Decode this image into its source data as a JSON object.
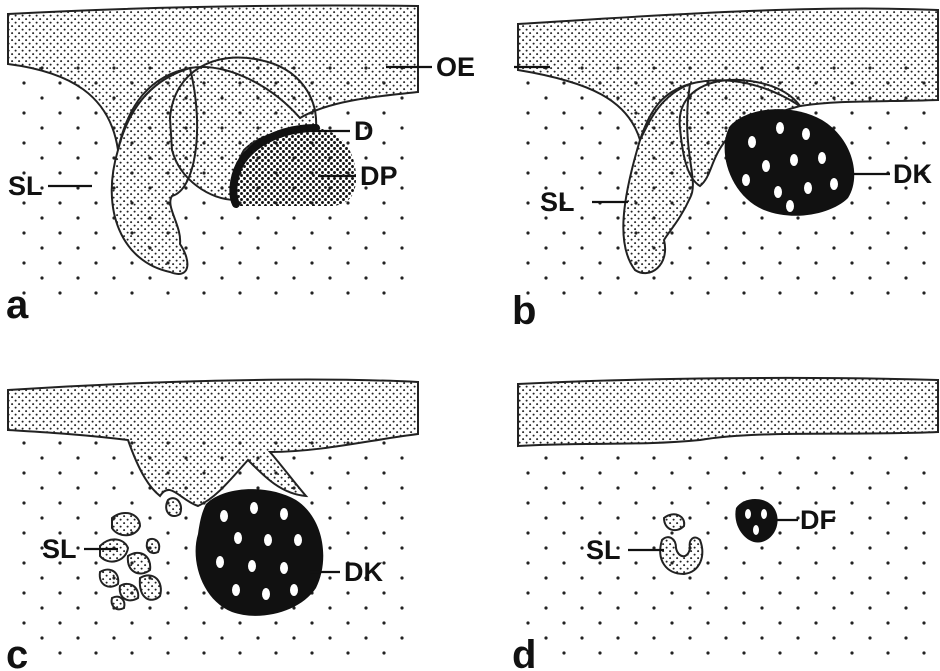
{
  "figure": {
    "panels": [
      {
        "id": "a",
        "letter": "a",
        "labels": {
          "oe": "OE",
          "d": "D",
          "dp": "DP",
          "sl": "SL"
        }
      },
      {
        "id": "b",
        "letter": "b",
        "labels": {
          "dk": "DK",
          "sl": "SL"
        }
      },
      {
        "id": "c",
        "letter": "c",
        "labels": {
          "dk": "DK",
          "sl": "SL"
        }
      },
      {
        "id": "d",
        "letter": "d",
        "labels": {
          "df": "DF",
          "sl": "SL"
        }
      }
    ]
  },
  "colors": {
    "ink": "#111111",
    "background": "#ffffff"
  }
}
